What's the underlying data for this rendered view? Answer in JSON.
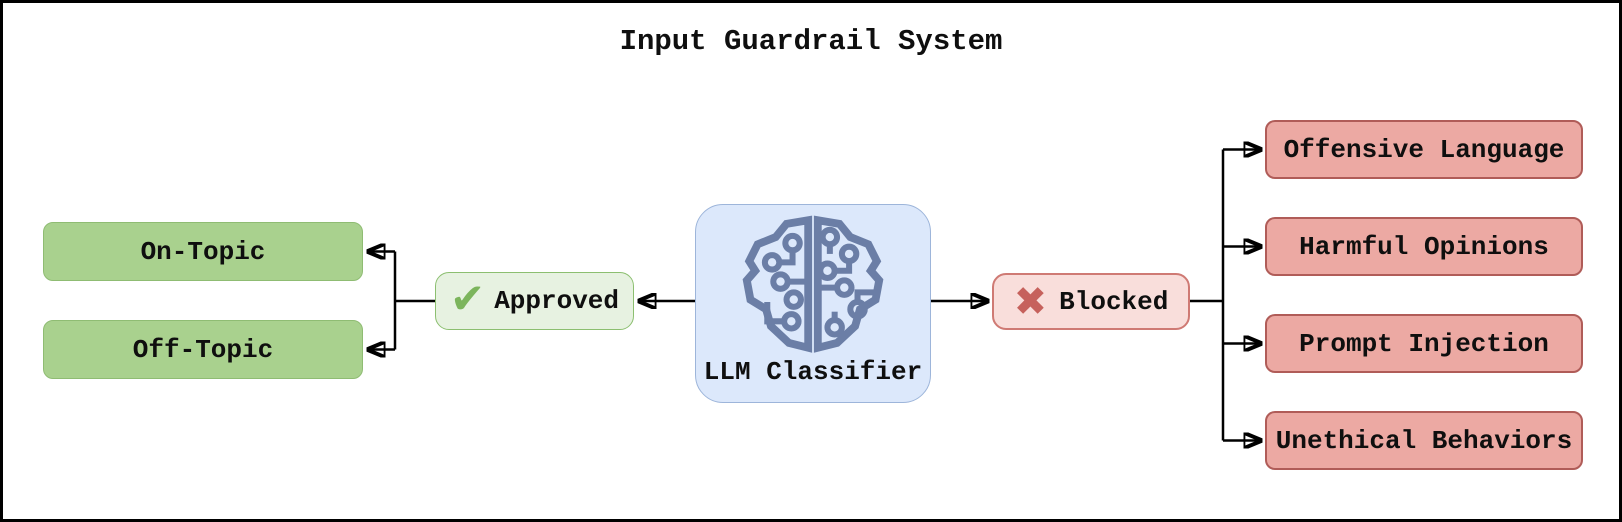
{
  "title": "Input Guardrail System",
  "classifier": {
    "label": "LLM Classifier",
    "icon": "brain-circuit-icon"
  },
  "approved_branch": {
    "label": "Approved",
    "icon_glyph": "✔",
    "outcomes": [
      {
        "label": "On-Topic"
      },
      {
        "label": "Off-Topic"
      }
    ]
  },
  "blocked_branch": {
    "label": "Blocked",
    "icon_glyph": "✖",
    "categories": [
      {
        "label": "Offensive Language"
      },
      {
        "label": "Harmful Opinions"
      },
      {
        "label": "Prompt Injection"
      },
      {
        "label": "Unethical Behaviors"
      }
    ]
  },
  "colors": {
    "canvas-border": "#000000",
    "line": "#000000",
    "text": "#0f0f0f",
    "green-fill": "#a9d18e",
    "green-border": "#8fbc73",
    "approved-fill": "#e7f2e1",
    "approved-border": "#8cbf70",
    "check": "#7cb55c",
    "blue-fill": "#dce8fb",
    "blue-border": "#9db5da",
    "brain": "#6b7ea6",
    "blocked-fill": "#f9dedb",
    "blocked-border": "#cf7a74",
    "x-mark": "#c6615c",
    "red-fill": "#eca9a3",
    "red-border": "#b05c58"
  }
}
